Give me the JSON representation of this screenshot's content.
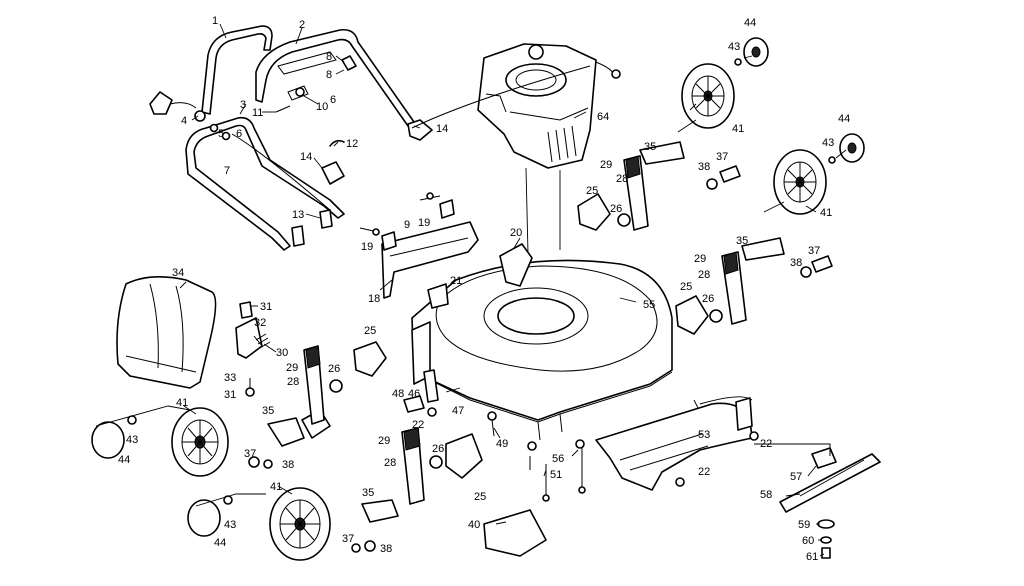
{
  "colors": {
    "line": "#000000",
    "paper": "#ffffff",
    "shade": "#222222"
  },
  "labels": {
    "l1": "1",
    "l2": "2",
    "l3": "3",
    "l4": "4",
    "l5": "5",
    "l6a": "6",
    "l6b": "6",
    "l7": "7",
    "l8a": "8",
    "l8b": "8",
    "l9": "9",
    "l10": "10",
    "l11": "11",
    "l12": "12",
    "l13": "13",
    "l14a": "14",
    "l14b": "14",
    "l18": "18",
    "l19a": "19",
    "l19b": "19",
    "l20": "20",
    "l21": "21",
    "l22a": "22",
    "l22b": "22",
    "l22c": "22",
    "l25a": "25",
    "l25b": "25",
    "l25c": "25",
    "l25d": "25",
    "l26a": "26",
    "l26b": "26",
    "l26c": "26",
    "l26d": "26",
    "l28a": "28",
    "l28b": "28",
    "l28c": "28",
    "l28d": "28",
    "l29a": "29",
    "l29b": "29",
    "l29c": "29",
    "l29d": "29",
    "l30": "30",
    "l31a": "31",
    "l31b": "31",
    "l32": "32",
    "l33": "33",
    "l34": "34",
    "l35a": "35",
    "l35b": "35",
    "l35c": "35",
    "l35d": "35",
    "l37a": "37",
    "l37b": "37",
    "l37c": "37",
    "l37d": "37",
    "l38a": "38",
    "l38b": "38",
    "l38c": "38",
    "l38d": "38",
    "l40": "40",
    "l41a": "41",
    "l41b": "41",
    "l41c": "41",
    "l41d": "41",
    "l43a": "43",
    "l43b": "43",
    "l43c": "43",
    "l43d": "43",
    "l44a": "44",
    "l44b": "44",
    "l44c": "44",
    "l44d": "44",
    "l46": "46",
    "l47": "47",
    "l48": "48",
    "l49": "49",
    "l51": "51",
    "l53": "53",
    "l55": "55",
    "l56": "56",
    "l57": "57",
    "l58": "58",
    "l59": "59",
    "l60": "60",
    "l61": "61",
    "l64": "64"
  }
}
